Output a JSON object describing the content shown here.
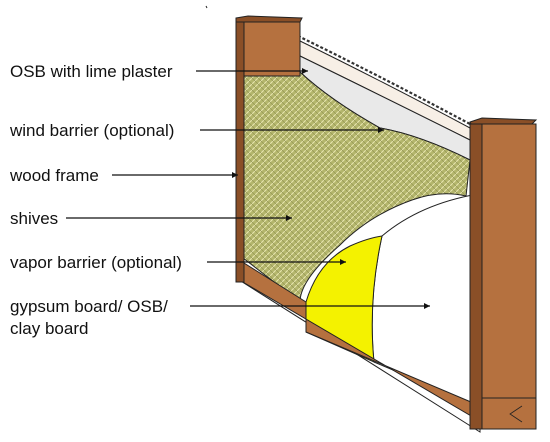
{
  "labels": {
    "osb_lime_plaster": "OSB with lime plaster",
    "wind_barrier": "wind barrier (optional)",
    "wood_frame": "wood frame",
    "shives": "shives",
    "vapor_barrier": "vapor barrier (optional)",
    "gypsum_line1": "gypsum board/ OSB/",
    "gypsum_line2": "clay board"
  },
  "colors": {
    "wood": "#b5713f",
    "wood_dark": "#8a4f27",
    "shives": "#b4b66c",
    "shives_mesh": "#e8e6b0",
    "vapor": "#f4f200",
    "wind": "#e9e9e9",
    "plaster": "#f7efe6",
    "board": "#ffffff",
    "outline": "#222222"
  }
}
